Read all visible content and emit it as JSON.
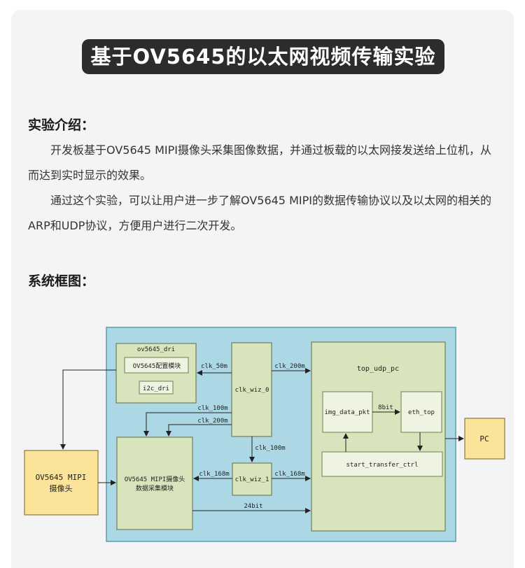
{
  "page": {
    "title": "基于OV5645的以太网视频传输实验",
    "intro_heading": "实验介绍：",
    "intro_p1": "开发板基于OV5645 MIPI摄像头采集图像数据，并通过板载的以太网接发送给上位机，从而达到实时显示的效果。",
    "intro_p2": "通过这个实验，可以让用户进一步了解OV5645 MIPI的数据传输协议以及以太网的相关的ARP和UDP协议，方便用户进行二次开发。",
    "diagram_heading": "系统框图："
  },
  "diagram": {
    "blocks": {
      "ov5645_dri": "ov5645_dri",
      "config": "OV5645配置模块",
      "i2c": "i2c_dri",
      "clk_wiz_0": "clk_wiz_0",
      "clk_wiz_1": "clk_wiz_1",
      "capture_l1": "OV5645 MIPI摄像头",
      "capture_l2": "数据采集模块",
      "top_udp_pc": "top_udp_pc",
      "img_data_pkt": "img_data_pkt",
      "eth_top": "eth_top",
      "start_transfer_ctrl": "start_transfer_ctrl",
      "camera_l1": "OV5645 MIPI",
      "camera_l2": "摄像头",
      "pc": "PC"
    },
    "signals": {
      "clk_50m": "clk_50m",
      "clk_200m_top": "clk_200m",
      "clk_100m_a": "clk_100m",
      "clk_200m_b": "clk_200m",
      "clk_100m_down": "clk_100m",
      "clk_168m_left": "clk_168m",
      "clk_168m_right": "clk_168m",
      "bits24": "24bit",
      "bits8": "8bit"
    },
    "colors": {
      "board": "#acd8e6",
      "module": "#d8e4bc",
      "external": "#fbe39a"
    }
  }
}
